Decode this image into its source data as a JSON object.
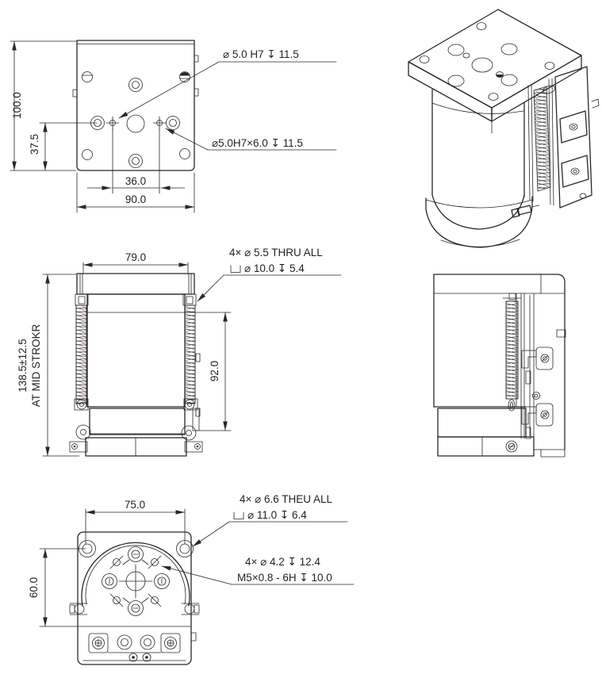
{
  "page": {
    "background": "#ffffff",
    "ink": "#2b2627"
  },
  "views": {
    "top_view": {
      "dim_height": "100.0",
      "dim_offset": "37.5",
      "dim_hole_spacing": "36.0",
      "dim_width": "90.0",
      "note_dowel_top": "⌀ 5.0 H7  ↧ 11.5",
      "note_dowel_side": "⌀5.0H7×6.0  ↧ 11.5"
    },
    "front_view": {
      "dim_width": "79.0",
      "dim_height": "138.5±12.5",
      "dim_height_qualifier": "AT MID STROKR",
      "dim_body_height": "92.0",
      "note_cbore_line1": "4× ⌀ 5.5 THRU ALL",
      "note_cbore_line2": "⌀ 10.0  ↧ 5.4"
    },
    "bottom_view": {
      "dim_width": "75.0",
      "dim_height": "60.0",
      "note_cbore_line1": "4× ⌀ 6.6 THEU ALL",
      "note_cbore_line2": "⌀ 11.0  ↧ 6.4",
      "note_tap_line1": "4× ⌀ 4.2  ↧ 12.4",
      "note_tap_line2": "M5×0.8 - 6H  ↧ 10.0"
    }
  }
}
